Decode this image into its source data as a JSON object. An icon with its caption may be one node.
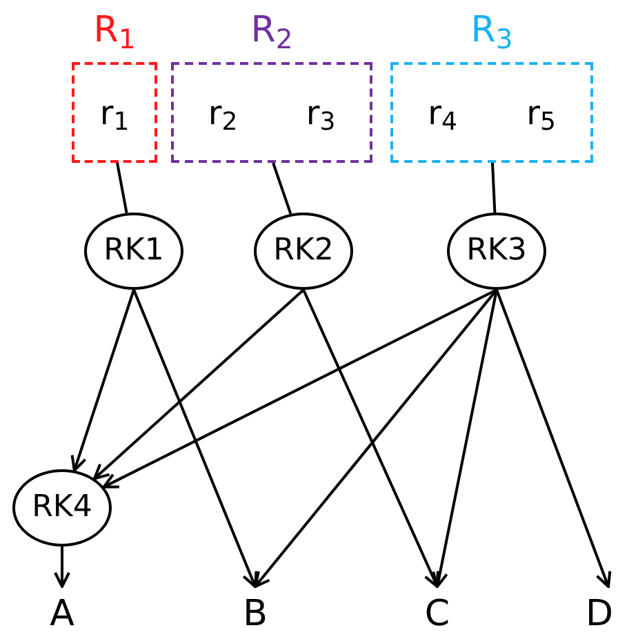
{
  "diagram": {
    "nodes": [
      {
        "text": [
          "R$_{1}$",
          "r$_{1}$"
        ]
      },
      {
        "text": [
          "R$_{2}$",
          "r$_{2}$",
          "r$_{3}$"
        ]
      },
      {
        "text": [
          "R$_{3}$",
          "r$_{4}$",
          "r$_{5}$"
        ]
      },
      {
        "text": [
          "RK1"
        ]
      },
      {
        "text": [
          "RK2"
        ]
      },
      {
        "text": [
          "RK3"
        ]
      },
      {
        "text": [
          "RK4"
        ]
      },
      {
        "text": [
          "A"
        ]
      },
      {
        "text": [
          "B"
        ]
      },
      {
        "text": [
          "C"
        ]
      },
      {
        "text": [
          "D"
        ]
      }
    ],
    "edges": [
      {
        "from": 0,
        "to": 3,
        "arrow": "none"
      },
      {
        "from": 1,
        "to": 4,
        "arrow": "none"
      },
      {
        "from": 2,
        "to": 5,
        "arrow": "none"
      },
      {
        "from": 3,
        "to": 6,
        "arrow": "to"
      },
      {
        "from": 3,
        "to": 8,
        "arrow": "to"
      },
      {
        "from": 4,
        "to": 6,
        "arrow": "to"
      },
      {
        "from": 4,
        "to": 9,
        "arrow": "to"
      },
      {
        "from": 5,
        "to": 6,
        "arrow": "to"
      },
      {
        "from": 5,
        "to": 8,
        "arrow": "to"
      },
      {
        "from": 5,
        "to": 9,
        "arrow": "to"
      },
      {
        "from": 5,
        "to": 10,
        "arrow": "to"
      },
      {
        "from": 6,
        "to": 7,
        "arrow": "to"
      }
    ]
  }
}
